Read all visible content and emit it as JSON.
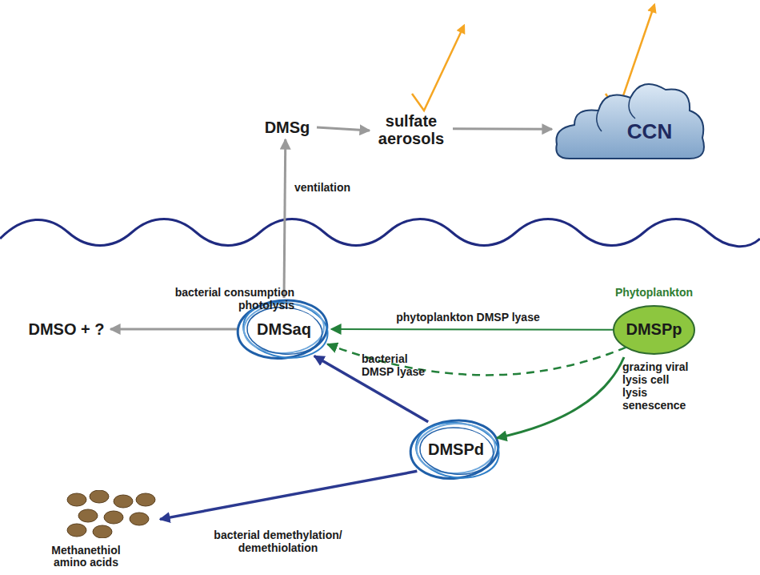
{
  "diagram": {
    "nodes": [
      {
        "text": [
          "DMSg"
        ]
      },
      {
        "text": [
          "sulfate aerosols"
        ]
      },
      {
        "text": [
          "CCN"
        ]
      },
      {
        "text": [
          "DMSO + ?"
        ]
      },
      {
        "text": [
          "DMSaq"
        ]
      },
      {
        "text": [
          "Phytoplankton",
          "DMSPp"
        ]
      },
      {
        "text": [
          "DMSPd"
        ]
      },
      {
        "text": [
          "Methanethiol amino acids"
        ]
      }
    ],
    "edges": [
      {
        "from": 0,
        "to": 1,
        "arrow": "to"
      },
      {
        "from": 1,
        "to": 2,
        "arrow": "to"
      },
      {
        "from": 4,
        "to": 0,
        "label": "ventilation",
        "arrow": "to"
      },
      {
        "from": 4,
        "to": 3,
        "label": "bacterial consumption photolysis",
        "arrow": "to"
      },
      {
        "from": 5,
        "to": 4,
        "label": "phytoplankton DMSP lyase",
        "arrow": "to"
      },
      {
        "from": 5,
        "to": 4,
        "arrow": "to"
      },
      {
        "from": 5,
        "to": 6,
        "label": "grazing viral lysis cell lysis senescence",
        "arrow": "to"
      },
      {
        "from": 6,
        "to": 4,
        "label": "bacterial DMSP lyase",
        "arrow": "to"
      },
      {
        "from": 6,
        "to": 7,
        "label": "bacterial demethylation/ demethiolation",
        "arrow": "to"
      }
    ]
  }
}
